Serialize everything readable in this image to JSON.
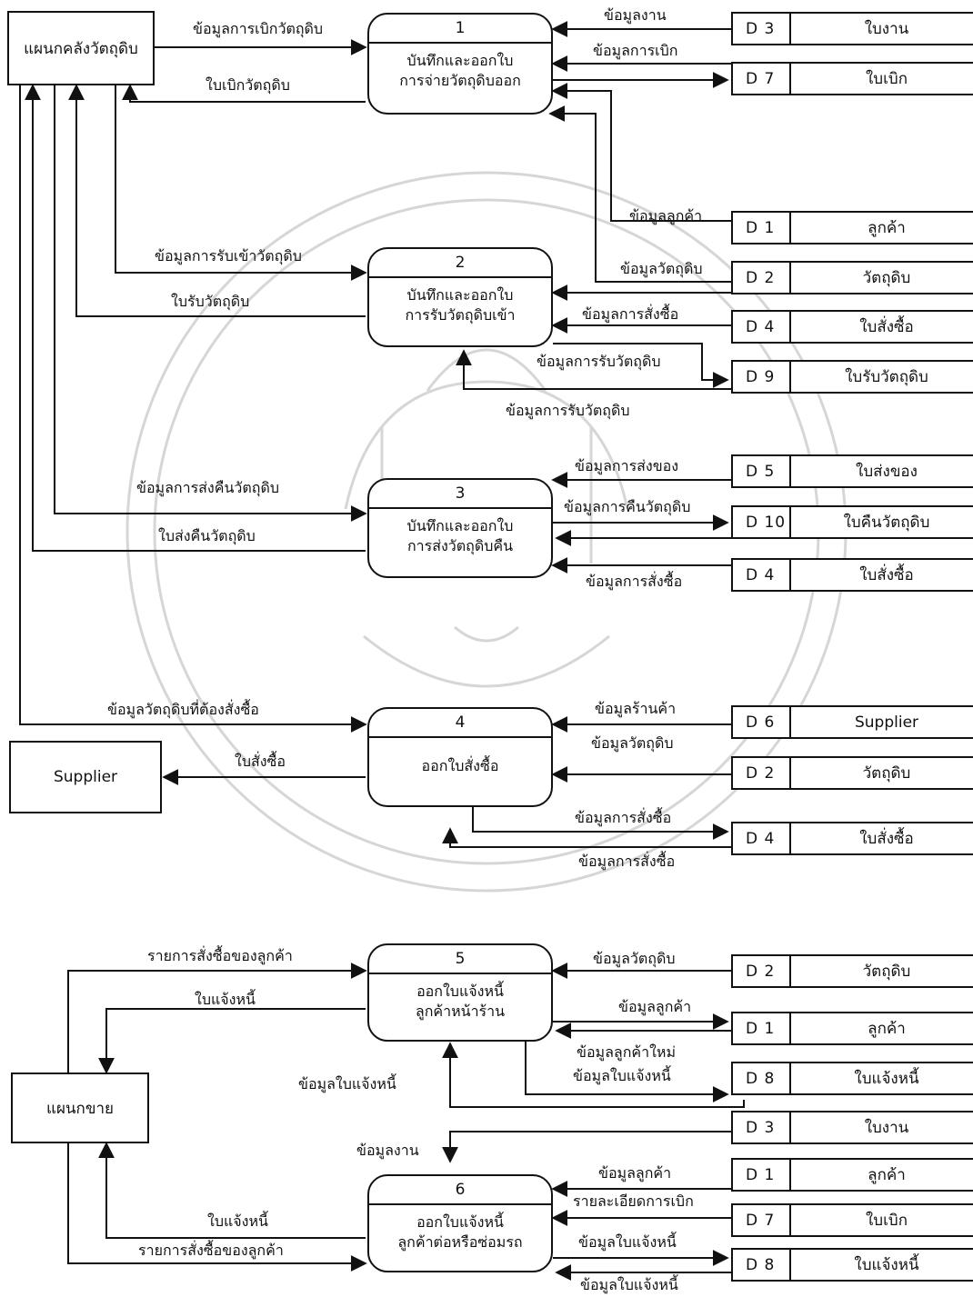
{
  "external_entities": {
    "raw_material_warehouse": "แผนกคลังวัตถุดิบ",
    "supplier": "Supplier",
    "sales_department": "แผนกขาย"
  },
  "processes": [
    {
      "id": "1",
      "name_line1": "บันทึกและออกใบ",
      "name_line2": "การจ่ายวัตถุดิบออก"
    },
    {
      "id": "2",
      "name_line1": "บันทึกและออกใบ",
      "name_line2": "การรับวัตถุดิบเข้า"
    },
    {
      "id": "3",
      "name_line1": "บันทึกและออกใบ",
      "name_line2": "การส่งวัตถุดิบคืน"
    },
    {
      "id": "4",
      "name_line1": "ออกใบสั่งซื้อ",
      "name_line2": ""
    },
    {
      "id": "5",
      "name_line1": "ออกใบแจ้งหนี้",
      "name_line2": "ลูกค้าหน้าร้าน"
    },
    {
      "id": "6",
      "name_line1": "ออกใบแจ้งหนี้",
      "name_line2": "ลูกค้าต่อหรือซ่อมรถ"
    }
  ],
  "stores": [
    {
      "id": "D 3",
      "name": "ใบงาน"
    },
    {
      "id": "D 7",
      "name": "ใบเบิก"
    },
    {
      "id": "D 1",
      "name": "ลูกค้า"
    },
    {
      "id": "D 2",
      "name": "วัตถุดิบ"
    },
    {
      "id": "D 4",
      "name": "ใบสั่งซื้อ"
    },
    {
      "id": "D 9",
      "name": "ใบรับวัตถุดิบ"
    },
    {
      "id": "D 5",
      "name": "ใบส่งของ"
    },
    {
      "id": "D 10",
      "name": "ใบคืนวัตถุดิบ"
    },
    {
      "id": "D 4",
      "name": "ใบสั่งซื้อ"
    },
    {
      "id": "D 6",
      "name": "Supplier"
    },
    {
      "id": "D 2",
      "name": "วัตถุดิบ"
    },
    {
      "id": "D 4",
      "name": "ใบสั่งซื้อ"
    },
    {
      "id": "D 2",
      "name": "วัตถุดิบ"
    },
    {
      "id": "D 1",
      "name": "ลูกค้า"
    },
    {
      "id": "D 8",
      "name": "ใบแจ้งหนี้"
    },
    {
      "id": "D 3",
      "name": "ใบงาน"
    },
    {
      "id": "D 1",
      "name": "ลูกค้า"
    },
    {
      "id": "D 7",
      "name": "ใบเบิก"
    },
    {
      "id": "D 8",
      "name": "ใบแจ้งหนี้"
    }
  ],
  "flows": [
    "ข้อมูลการเบิกวัตถุดิบ",
    "ใบเบิกวัตถุดิบ",
    "ข้อมูลงาน",
    "ข้อมูลการเบิก",
    "ข้อมูลลูกค้า",
    "ข้อมูลวัตถุดิบ",
    "ข้อมูลการรับเข้าวัตถุดิบ",
    "ใบรับวัตถุดิบ",
    "ข้อมูลการสั่งซื้อ",
    "ข้อมูลการรับวัตถุดิบ",
    "ข้อมูลการรับวัตถุดิบ",
    "ข้อมูลการส่งคืนวัตถุดิบ",
    "ใบส่งคืนวัตถุดิบ",
    "ข้อมูลการส่งของ",
    "ข้อมูลการคืนวัตถุดิบ",
    "ข้อมูลการสั่งซื้อ",
    "ข้อมูลวัตถุดิบที่ต้องสั่งซื้อ",
    "ใบสั่งซื้อ",
    "ข้อมูลร้านค้า",
    "ข้อมูลวัตถุดิบ",
    "ข้อมูลการสั่งซื้อ",
    "ข้อมูลการสั่งซื้อ",
    "รายการสั่งซื้อของลูกค้า",
    "ใบแจ้งหนี้",
    "ข้อมูลวัตถุดิบ",
    "ข้อมูลลูกค้า",
    "ข้อมูลลูกค้าใหม่",
    "ข้อมูลใบแจ้งหนี้",
    "ข้อมูลใบแจ้งหนี้",
    "ข้อมูลงาน",
    "ข้อมูลลูกค้า",
    "รายละเอียดการเบิก",
    "ใบแจ้งหนี้",
    "รายการสั่งซื้อของลูกค้า",
    "ข้อมูลใบแจ้งหนี้",
    "ข้อมูลใบแจ้งหนี้"
  ],
  "colors": {
    "line": "#111111",
    "watermark": "#d8d8d8"
  }
}
